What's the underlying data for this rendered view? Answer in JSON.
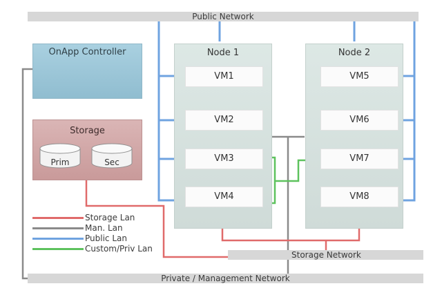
{
  "networks": {
    "public": "Public Network",
    "storage": "Storage Network",
    "private": "Private / Management Network"
  },
  "controller": {
    "title": "OnApp Controller"
  },
  "storage": {
    "title": "Storage",
    "disks": [
      "Prim",
      "Sec"
    ]
  },
  "nodes": [
    {
      "title": "Node 1",
      "vms": [
        "VM1",
        "VM2",
        "VM3",
        "VM4"
      ]
    },
    {
      "title": "Node 2",
      "vms": [
        "VM5",
        "VM6",
        "VM7",
        "VM8"
      ]
    }
  ],
  "legend": [
    {
      "label": "Storage Lan",
      "color": "#e06a6a"
    },
    {
      "label": "Man. Lan",
      "color": "#8a8a8a"
    },
    {
      "label": "Public Lan",
      "color": "#6fa3e0"
    },
    {
      "label": "Custom/Priv Lan",
      "color": "#5dc25d"
    }
  ]
}
